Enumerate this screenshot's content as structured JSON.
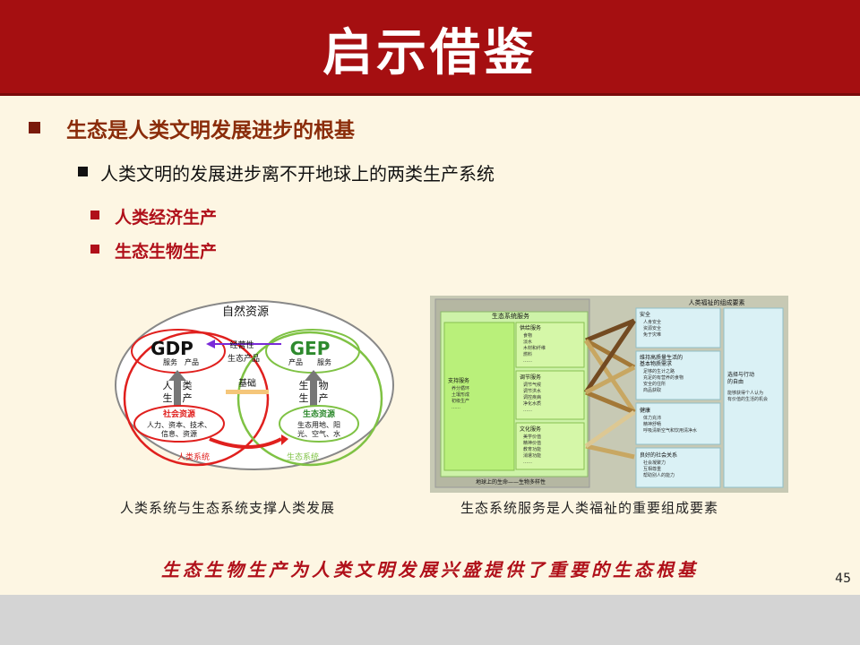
{
  "header": {
    "title": "启示借鉴"
  },
  "bullets": {
    "level1": "生态是人类文明发展进步的根基",
    "level2": "人类文明的发展进步离不开地球上的两类生产系统",
    "level3": [
      "人类经济生产",
      "生态生物生产"
    ]
  },
  "figure_left": {
    "outer": "自然资源",
    "gdp": "GDP",
    "gdp_sub": "服务　产品",
    "gep": "GEP",
    "gep_sub": "产品　　服务",
    "mid_top": "经营性",
    "mid_top2": "生态产品",
    "mid_basis": "基础",
    "left_vert": "人　类",
    "left_vert2": "生　产",
    "right_vert": "生　物",
    "right_vert2": "生　产",
    "social": "社会资源",
    "social_items": "人力、资本、技术、",
    "social_items2": "信息、资源",
    "eco": "生态资源",
    "eco_items": "生态用地、阳",
    "eco_items2": "光、空气、水",
    "human_sys": "人类系统",
    "eco_sys": "生态系统"
  },
  "figure_right": {
    "title_right": "人类福祉的组成要素",
    "ess_title": "生态系统服务",
    "supply": "供给服务",
    "supply_items": [
      "食物",
      "淡水",
      "木材和纤维",
      "燃料",
      "……"
    ],
    "support": "支持服务",
    "support_items": [
      "养分循环",
      "土壤形成",
      "初级生产",
      "……"
    ],
    "regulate": "调节服务",
    "regulate_items": [
      "调节气候",
      "调节洪水",
      "调控疾病",
      "净化水质",
      "……"
    ],
    "culture": "文化服务",
    "culture_items": [
      "美学价值",
      "精神价值",
      "教育功能",
      "消遣功能",
      "……"
    ],
    "bottom": "地球上的生命——生物多样性",
    "security": "安全",
    "security_items": [
      "人身安全",
      "资源安全",
      "免于灾难"
    ],
    "basic": "维持高质量生活的",
    "basic2": "基本物质需求",
    "basic_items": [
      "足够的生计之路",
      "充足的有营养的食物",
      "安全的住所",
      "商品获取"
    ],
    "health": "健康",
    "health_items": [
      "体力充沛",
      "精神舒畅",
      "呼吸清新空气和饮用清净水"
    ],
    "social": "良好的社会关系",
    "social_items": [
      "社会凝聚力",
      "互相尊重",
      "帮助别人的能力"
    ],
    "freedom": "选择与行动",
    "freedom2": "的自由",
    "freedom_items": [
      "能够获得个人认为",
      "有价值的生活的机会"
    ]
  },
  "captions": {
    "left": "人类系统与生态系统支撑人类发展",
    "right": "生态系统服务是人类福祉的重要组成要素"
  },
  "conclusion": "生态生物生产为人类文明发展兴盛提供了重要的生态根基",
  "page_number": "45"
}
